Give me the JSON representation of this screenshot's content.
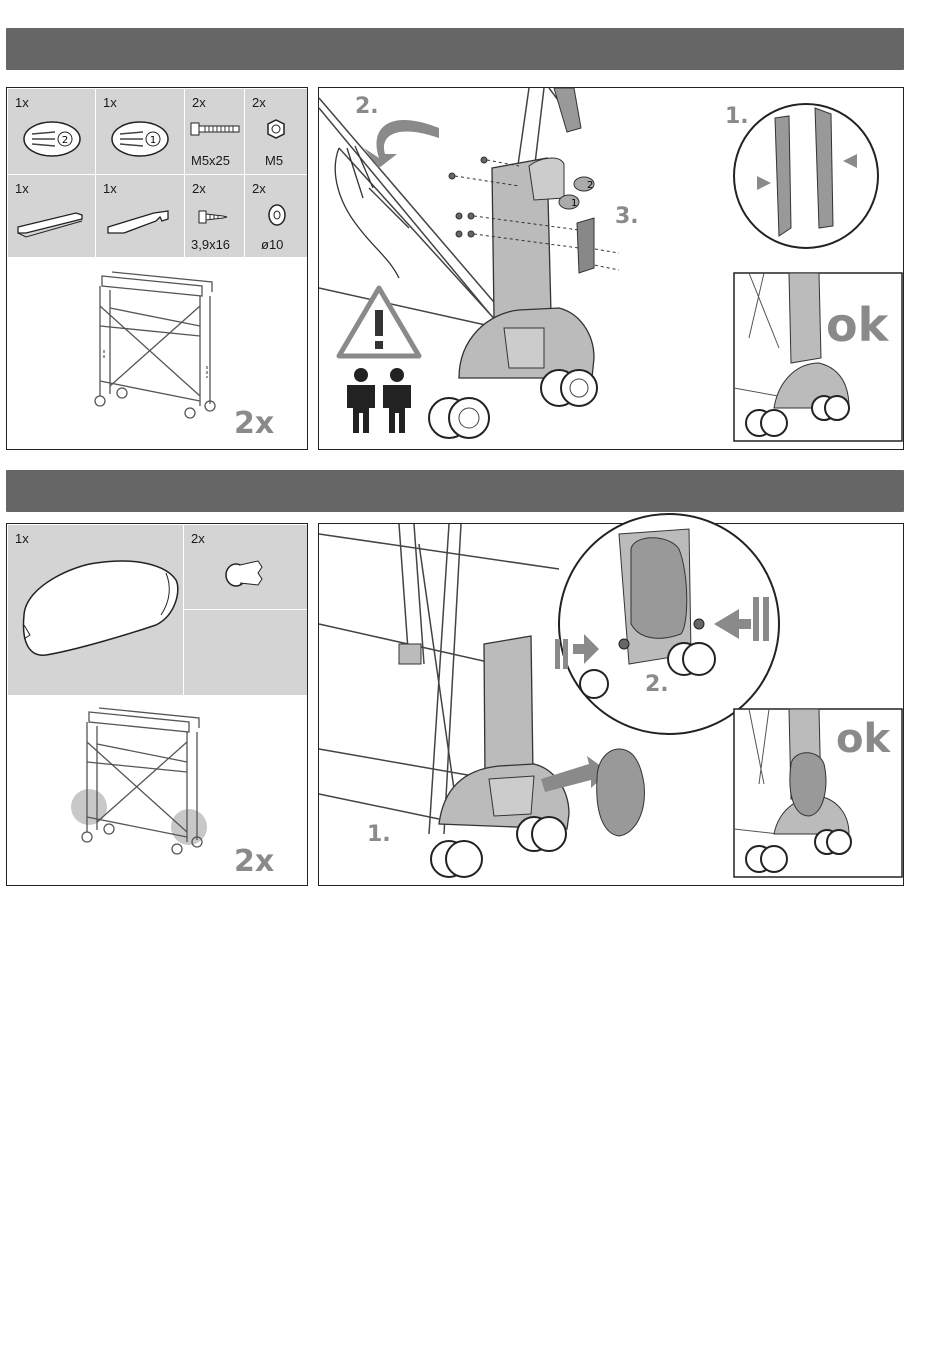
{
  "step1": {
    "parts": [
      {
        "qty": "1x",
        "size": "",
        "icon": "knob-2-icon"
      },
      {
        "qty": "1x",
        "size": "",
        "icon": "knob-1-icon"
      },
      {
        "qty": "2x",
        "size": "M5x25",
        "icon": "bolt-icon"
      },
      {
        "qty": "2x",
        "size": "M5",
        "icon": "nut-icon"
      },
      {
        "qty": "1x",
        "size": "",
        "icon": "bracket-left-icon"
      },
      {
        "qty": "1x",
        "size": "",
        "icon": "bracket-right-icon"
      },
      {
        "qty": "2x",
        "size": "3,9x16",
        "icon": "screw-icon"
      },
      {
        "qty": "2x",
        "size": "ø10",
        "icon": "washer-icon"
      }
    ],
    "repeat": "2x",
    "steps": [
      "1.",
      "2.",
      "3."
    ],
    "knob_labels": [
      "1",
      "2"
    ],
    "ok": "ok"
  },
  "step2": {
    "parts": [
      {
        "qty": "1x",
        "size": "",
        "icon": "cover-icon"
      },
      {
        "qty": "2x",
        "size": "",
        "icon": "plug-icon"
      }
    ],
    "repeat": "2x",
    "steps": [
      "1.",
      "2."
    ],
    "ok": "ok"
  },
  "colors": {
    "header_bar": "#666666",
    "parts_bg": "#d4d4d4",
    "accent_gray": "#8a8a8a"
  }
}
